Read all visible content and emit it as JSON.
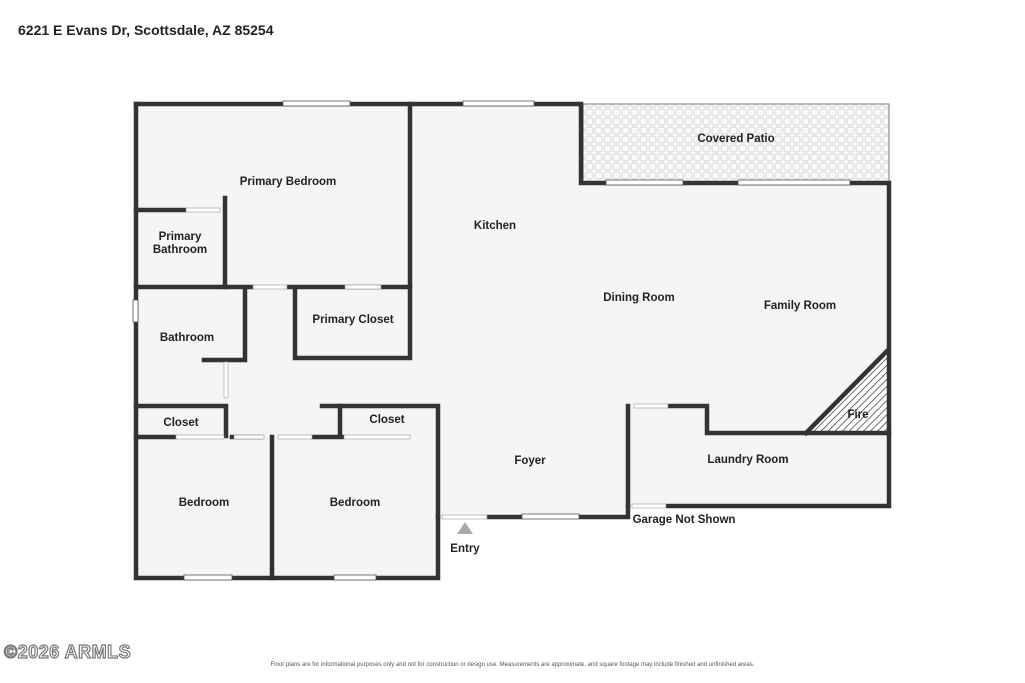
{
  "header": {
    "address": "6221 E Evans Dr, Scottsdale, AZ 85254"
  },
  "rooms": {
    "primary_bedroom": "Primary Bedroom",
    "primary_bathroom_line1": "Primary",
    "primary_bathroom_line2": "Bathroom",
    "bathroom": "Bathroom",
    "primary_closet": "Primary Closet",
    "kitchen": "Kitchen",
    "covered_patio": "Covered Patio",
    "dining_room": "Dining Room",
    "family_room": "Family Room",
    "fire": "Fire",
    "closet_left": "Closet",
    "closet_right": "Closet",
    "foyer": "Foyer",
    "laundry_room": "Laundry Room",
    "bedroom_left": "Bedroom",
    "bedroom_right": "Bedroom",
    "garage_not_shown": "Garage Not Shown",
    "entry": "Entry"
  },
  "footer": {
    "watermark": "©2026 ARMLS",
    "disclaimer": "Floor plans are for informational purposes only and not for construction or design use. Measurements are approximate, and square footage may include finished and unfinished areas."
  }
}
